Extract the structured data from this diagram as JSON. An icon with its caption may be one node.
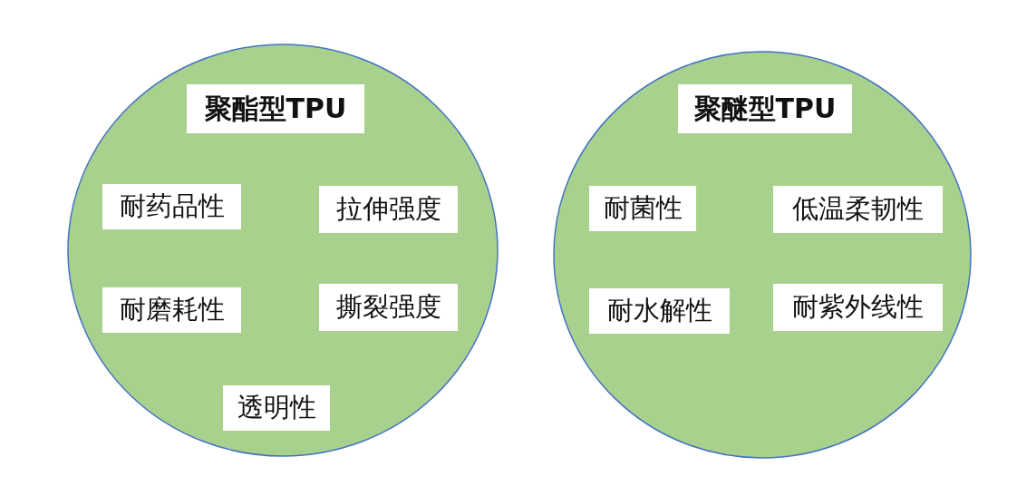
{
  "diagram": {
    "nodes": [
      {
        "text": [],
        "shape": "circle"
      },
      {
        "text": [
          "聚酯型TPU"
        ],
        "in": 0
      },
      {
        "text": [
          "耐药品性"
        ],
        "in": 0
      },
      {
        "text": [
          "拉伸强度"
        ],
        "in": 0
      },
      {
        "text": [
          "耐磨耗性"
        ],
        "in": 0
      },
      {
        "text": [
          "撕裂强度"
        ],
        "in": 0
      },
      {
        "text": [
          "透明性"
        ],
        "in": 0
      },
      {
        "text": [],
        "shape": "circle"
      },
      {
        "text": [
          "聚醚型TPU"
        ],
        "in": 7
      },
      {
        "text": [
          "耐菌性"
        ],
        "in": 7
      },
      {
        "text": [
          "低温柔韧性"
        ],
        "in": 7
      },
      {
        "text": [
          "耐水解性"
        ],
        "in": 7
      },
      {
        "text": [
          "耐紫外线性"
        ],
        "in": 7
      }
    ]
  }
}
